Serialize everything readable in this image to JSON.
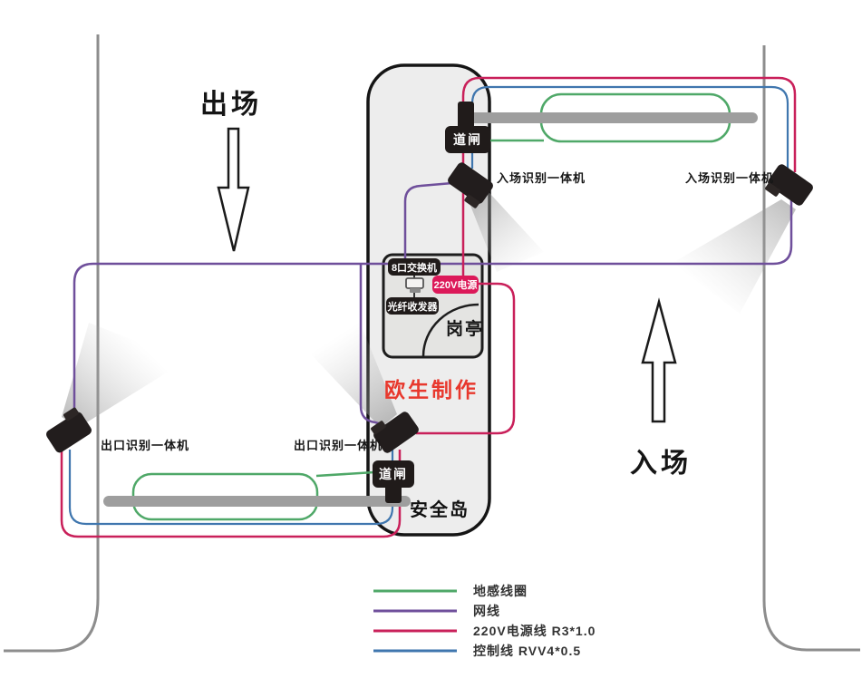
{
  "diagram": {
    "exit_title": "出场",
    "enter_title": "入场",
    "island_label": "安全岛",
    "booth_label": "岗亭",
    "watermark": "欧生制作",
    "barrier_label": "道闸",
    "switch_label": "8口交换机",
    "power_label": "220V电源",
    "fiber_label": "光纤收发器",
    "camera_labels": {
      "entrance": "入场识别一体机",
      "exit": "出口识别一体机"
    }
  },
  "legend": {
    "items": [
      {
        "label": "地感线圈",
        "color": "#4fa868"
      },
      {
        "label": "网线",
        "color": "#6f4f9b"
      },
      {
        "label": "220V电源线  R3*1.0",
        "color": "#c9205a"
      },
      {
        "label": "控制线  RVV4*0.5",
        "color": "#3f76ae"
      }
    ]
  },
  "colors": {
    "loop_green": "#4fa868",
    "network_purple": "#6f4f9b",
    "power_red": "#c9205a",
    "control_blue": "#3f76ae",
    "power_chip": "#dc1959",
    "watermark_red": "#e8382d"
  }
}
